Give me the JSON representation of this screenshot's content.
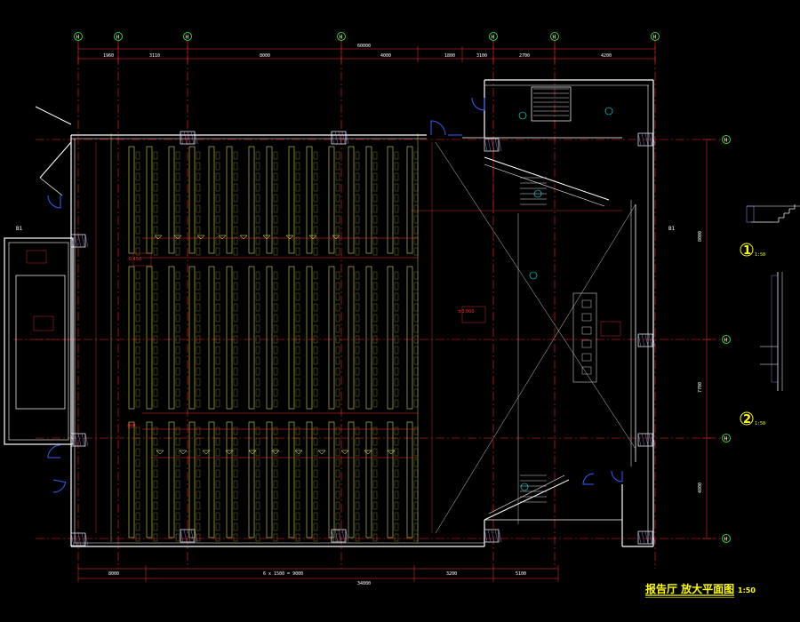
{
  "drawing": {
    "title_main": "报告厅 放大平面图",
    "title_scale": "1:50"
  },
  "grid_axes": {
    "top_labels": [
      "H",
      "H",
      "H",
      "H",
      "H",
      "H",
      "H"
    ],
    "right_labels": [
      "H",
      "H",
      "H",
      "H"
    ]
  },
  "dimensions": {
    "top_overall": "60000",
    "top_segments": [
      "1960",
      "3110",
      "8000",
      "4000",
      "1800",
      "3100",
      "2700",
      "4200"
    ],
    "bottom_segments": [
      "8000",
      "6 x 1500 = 9000",
      "3200",
      "5100"
    ],
    "bottom_overall": "34000",
    "right_segments": [
      "8000",
      "7700",
      "4800"
    ]
  },
  "section_marks": {
    "left": "B1",
    "right": "B1"
  },
  "details": [
    {
      "number": "1",
      "scale": "1:50"
    },
    {
      "number": "2",
      "scale": "1:50"
    }
  ],
  "notes": {
    "stage_elev": "±0.000",
    "hall_elev": "-0.450",
    "seat_label": "坐席"
  },
  "colors": {
    "background": "#000000",
    "wall": "#ffffff",
    "axis": "#ff2020",
    "dimension": "#ff3030",
    "seating": "#ffff66",
    "door": "#3a5cff",
    "hatch": "#9a9aff",
    "cyan": "#00ffff",
    "green": "#33ff33"
  }
}
